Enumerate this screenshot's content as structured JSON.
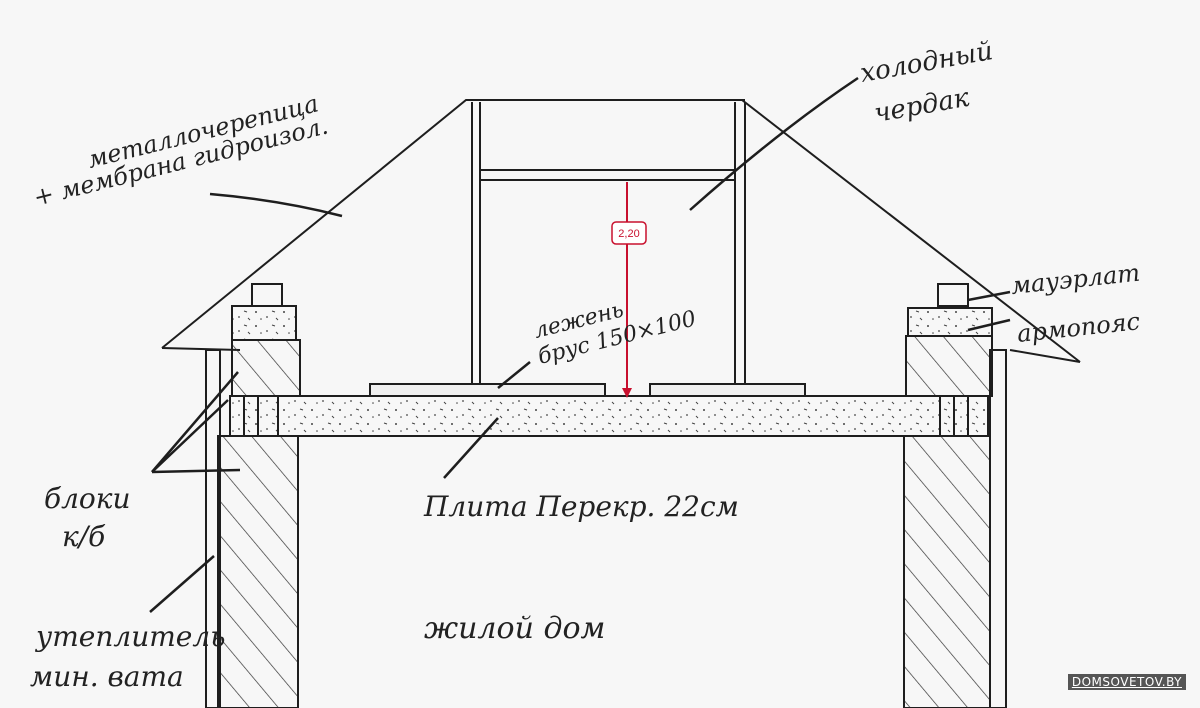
{
  "labels": {
    "roofing_1": "металлочерепица",
    "roofing_2": "+ мембрана гидроизол.",
    "attic_1": "холодный",
    "attic_2": "чердак",
    "mauerlat": "мауэрлат",
    "armopoyas": "армопояс",
    "beam_1": "лежень",
    "beam_2": "брус 150×100",
    "height": "2,20",
    "slab": "Плита Перекр. 22см",
    "blocks_1": "блоки",
    "blocks_2": "к/б",
    "insul_1": "утеплитель",
    "insul_2": "мин. вата",
    "living": "жилой дом"
  },
  "watermark": "DOMSOVETOV.BY",
  "colors": {
    "ink": "#1e1e1e",
    "dimension": "#c8102e",
    "paper": "#f7f7f7"
  }
}
